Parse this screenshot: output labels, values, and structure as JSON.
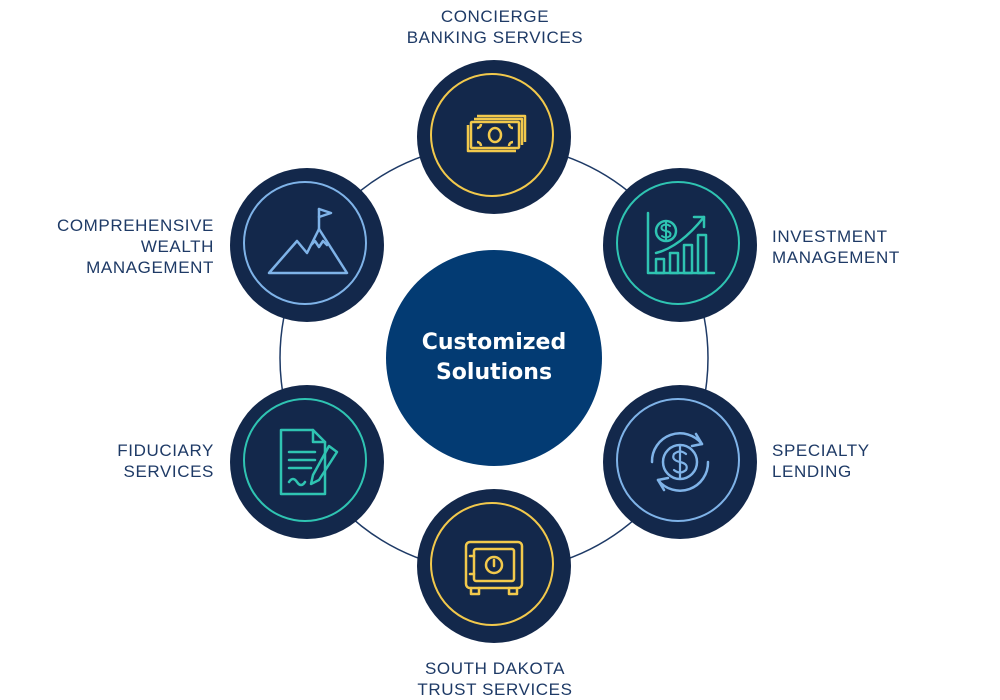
{
  "center": {
    "title_line1": "Customized",
    "title_line2": "Solutions",
    "color": "#033b73"
  },
  "node_color": "#13284b",
  "ring_color": "#1e3a66",
  "services": [
    {
      "id": "concierge-banking",
      "label_lines": [
        "CONCIERGE",
        "BANKING SERVICES"
      ],
      "icon": "cash-stack-icon",
      "accent": "#f2c94c"
    },
    {
      "id": "investment-management",
      "label_lines": [
        "INVESTMENT",
        "MANAGEMENT"
      ],
      "icon": "growth-chart-icon",
      "accent": "#2fc4b2"
    },
    {
      "id": "specialty-lending",
      "label_lines": [
        "SPECIALTY",
        "LENDING"
      ],
      "icon": "dollar-cycle-icon",
      "accent": "#7fb3e8"
    },
    {
      "id": "south-dakota-trust",
      "label_lines": [
        "SOUTH DAKOTA",
        "TRUST SERVICES"
      ],
      "icon": "safe-icon",
      "accent": "#f2c94c"
    },
    {
      "id": "fiduciary-services",
      "label_lines": [
        "FIDUCIARY",
        "SERVICES"
      ],
      "icon": "signed-document-icon",
      "accent": "#2fc4b2"
    },
    {
      "id": "comprehensive-wealth",
      "label_lines": [
        "COMPREHENSIVE",
        "WEALTH",
        "MANAGEMENT"
      ],
      "icon": "mountain-flag-icon",
      "accent": "#7fb3e8"
    }
  ]
}
